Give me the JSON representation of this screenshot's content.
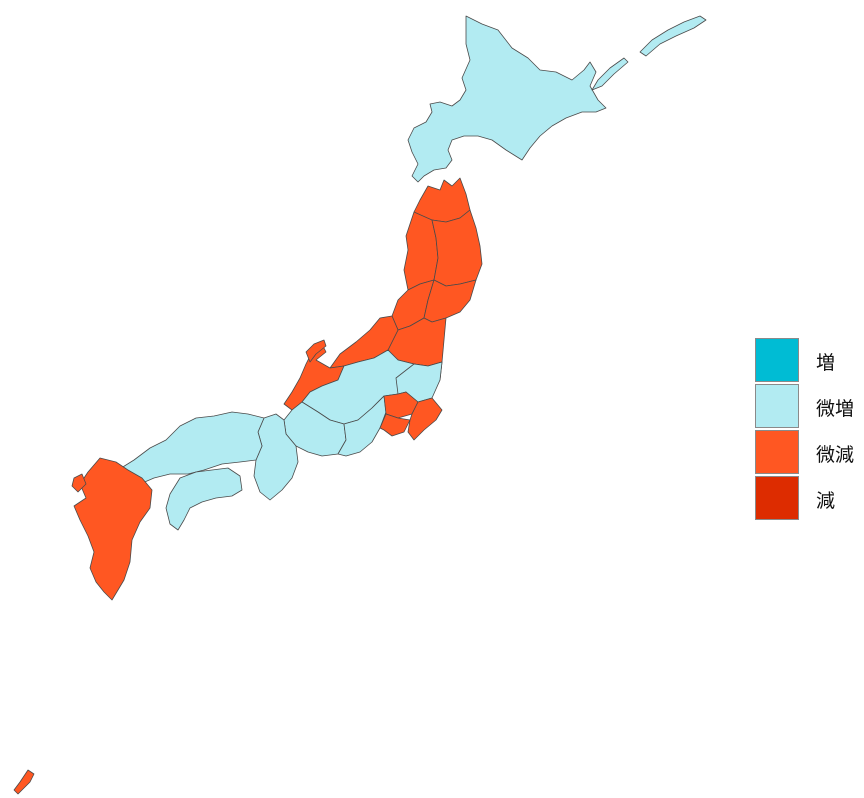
{
  "colors": {
    "increase": "#00bcd4",
    "slight_increase": "#b2ebf2",
    "slight_decrease": "#ff5722",
    "decrease": "#dd2c00",
    "border": "#4a4a4a"
  },
  "legend": {
    "items": [
      {
        "label": "増",
        "color": "#00bcd4"
      },
      {
        "label": "微増",
        "color": "#b2ebf2"
      },
      {
        "label": "微減",
        "color": "#ff5722"
      },
      {
        "label": "減",
        "color": "#dd2c00"
      }
    ]
  },
  "regions": [
    {
      "name": "hokkaido",
      "status": "微増"
    },
    {
      "name": "tohoku",
      "status": "微減"
    },
    {
      "name": "niigata-hokuriku",
      "status": "微減"
    },
    {
      "name": "kanto-chubu",
      "status": "微増"
    },
    {
      "name": "kanto-south",
      "status": "微減"
    },
    {
      "name": "kinki-chugoku",
      "status": "微増"
    },
    {
      "name": "shikoku",
      "status": "微増"
    },
    {
      "name": "kyushu",
      "status": "微減"
    },
    {
      "name": "okinawa",
      "status": "微減"
    }
  ]
}
